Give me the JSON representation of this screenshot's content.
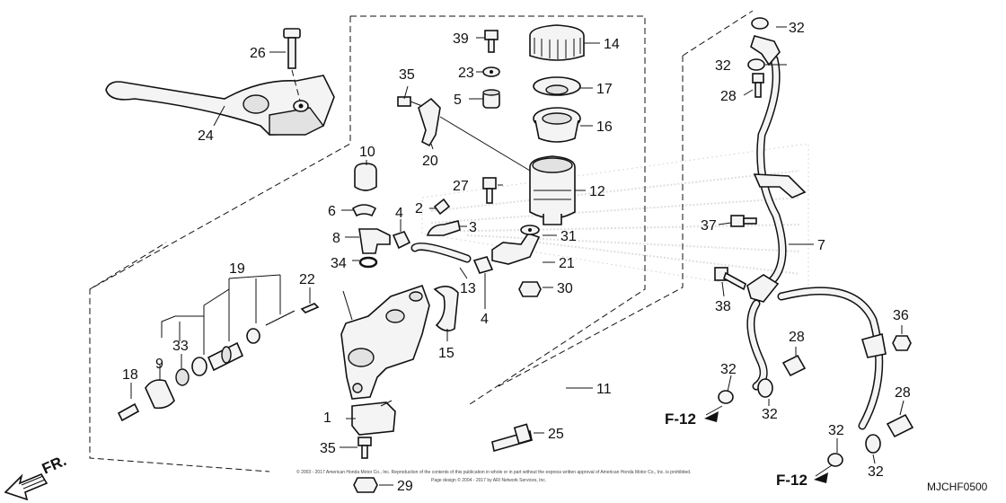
{
  "diagram": {
    "title": "",
    "diagram_code": "MJCHF0500",
    "direction_label": "FR.",
    "cross_references": [
      "F-12",
      "F-12"
    ],
    "copyright_line1": "© 2003 - 2017 American Honda Motor Co., Inc. Reproduction of the contents of this publication in whole or in part without the express written approval of American Honda Motor Co., Inc. is prohibited.",
    "copyright_line2": "Page design © 2004 - 2017 by ARI Network Services, Inc.",
    "callouts": {
      "c1": "1",
      "c2": "2",
      "c3": "3",
      "c4a": "4",
      "c4b": "4",
      "c5": "5",
      "c6": "6",
      "c7": "7",
      "c8": "8",
      "c9": "9",
      "c10": "10",
      "c11": "11",
      "c12": "12",
      "c13": "13",
      "c14": "14",
      "c15": "15",
      "c16": "16",
      "c17": "17",
      "c18": "18",
      "c19": "19",
      "c20": "20",
      "c21": "21",
      "c22": "22",
      "c23": "23",
      "c24": "24",
      "c25": "25",
      "c26": "26",
      "c27": "27",
      "c28a": "28",
      "c28b": "28",
      "c28c": "28",
      "c29": "29",
      "c30": "30",
      "c31": "31",
      "c32a": "32",
      "c32b": "32",
      "c32c": "32",
      "c32d": "32",
      "c32e": "32",
      "c32f": "32",
      "c33": "33",
      "c34": "34",
      "c35a": "35",
      "c35b": "35",
      "c36": "36",
      "c37": "37",
      "c38": "38",
      "c39": "39"
    }
  }
}
